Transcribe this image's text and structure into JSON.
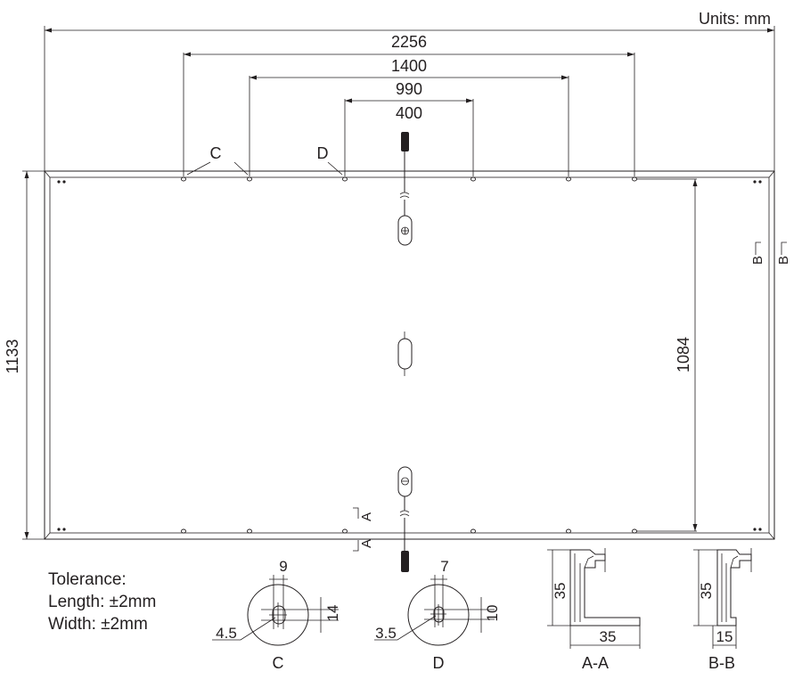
{
  "units": "Units: mm",
  "dims": {
    "overall_length": "2256",
    "mount_1400": "1400",
    "mount_990": "990",
    "mount_400": "400",
    "height": "1133",
    "inner_height": "1084"
  },
  "markers": {
    "c": "C",
    "d": "D",
    "a": "A",
    "b": "B"
  },
  "tolerance": {
    "title": "Tolerance:",
    "length": "Length: ±2mm",
    "width": "Width: ±2mm"
  },
  "details": {
    "c": {
      "label": "C",
      "top": "9",
      "side": "14",
      "hole": "4.5"
    },
    "d": {
      "label": "D",
      "top": "7",
      "side": "10",
      "hole": "3.5"
    },
    "aa": {
      "label": "A-A",
      "height": "35",
      "width": "35"
    },
    "bb": {
      "label": "B-B",
      "height": "35",
      "width": "15"
    }
  }
}
